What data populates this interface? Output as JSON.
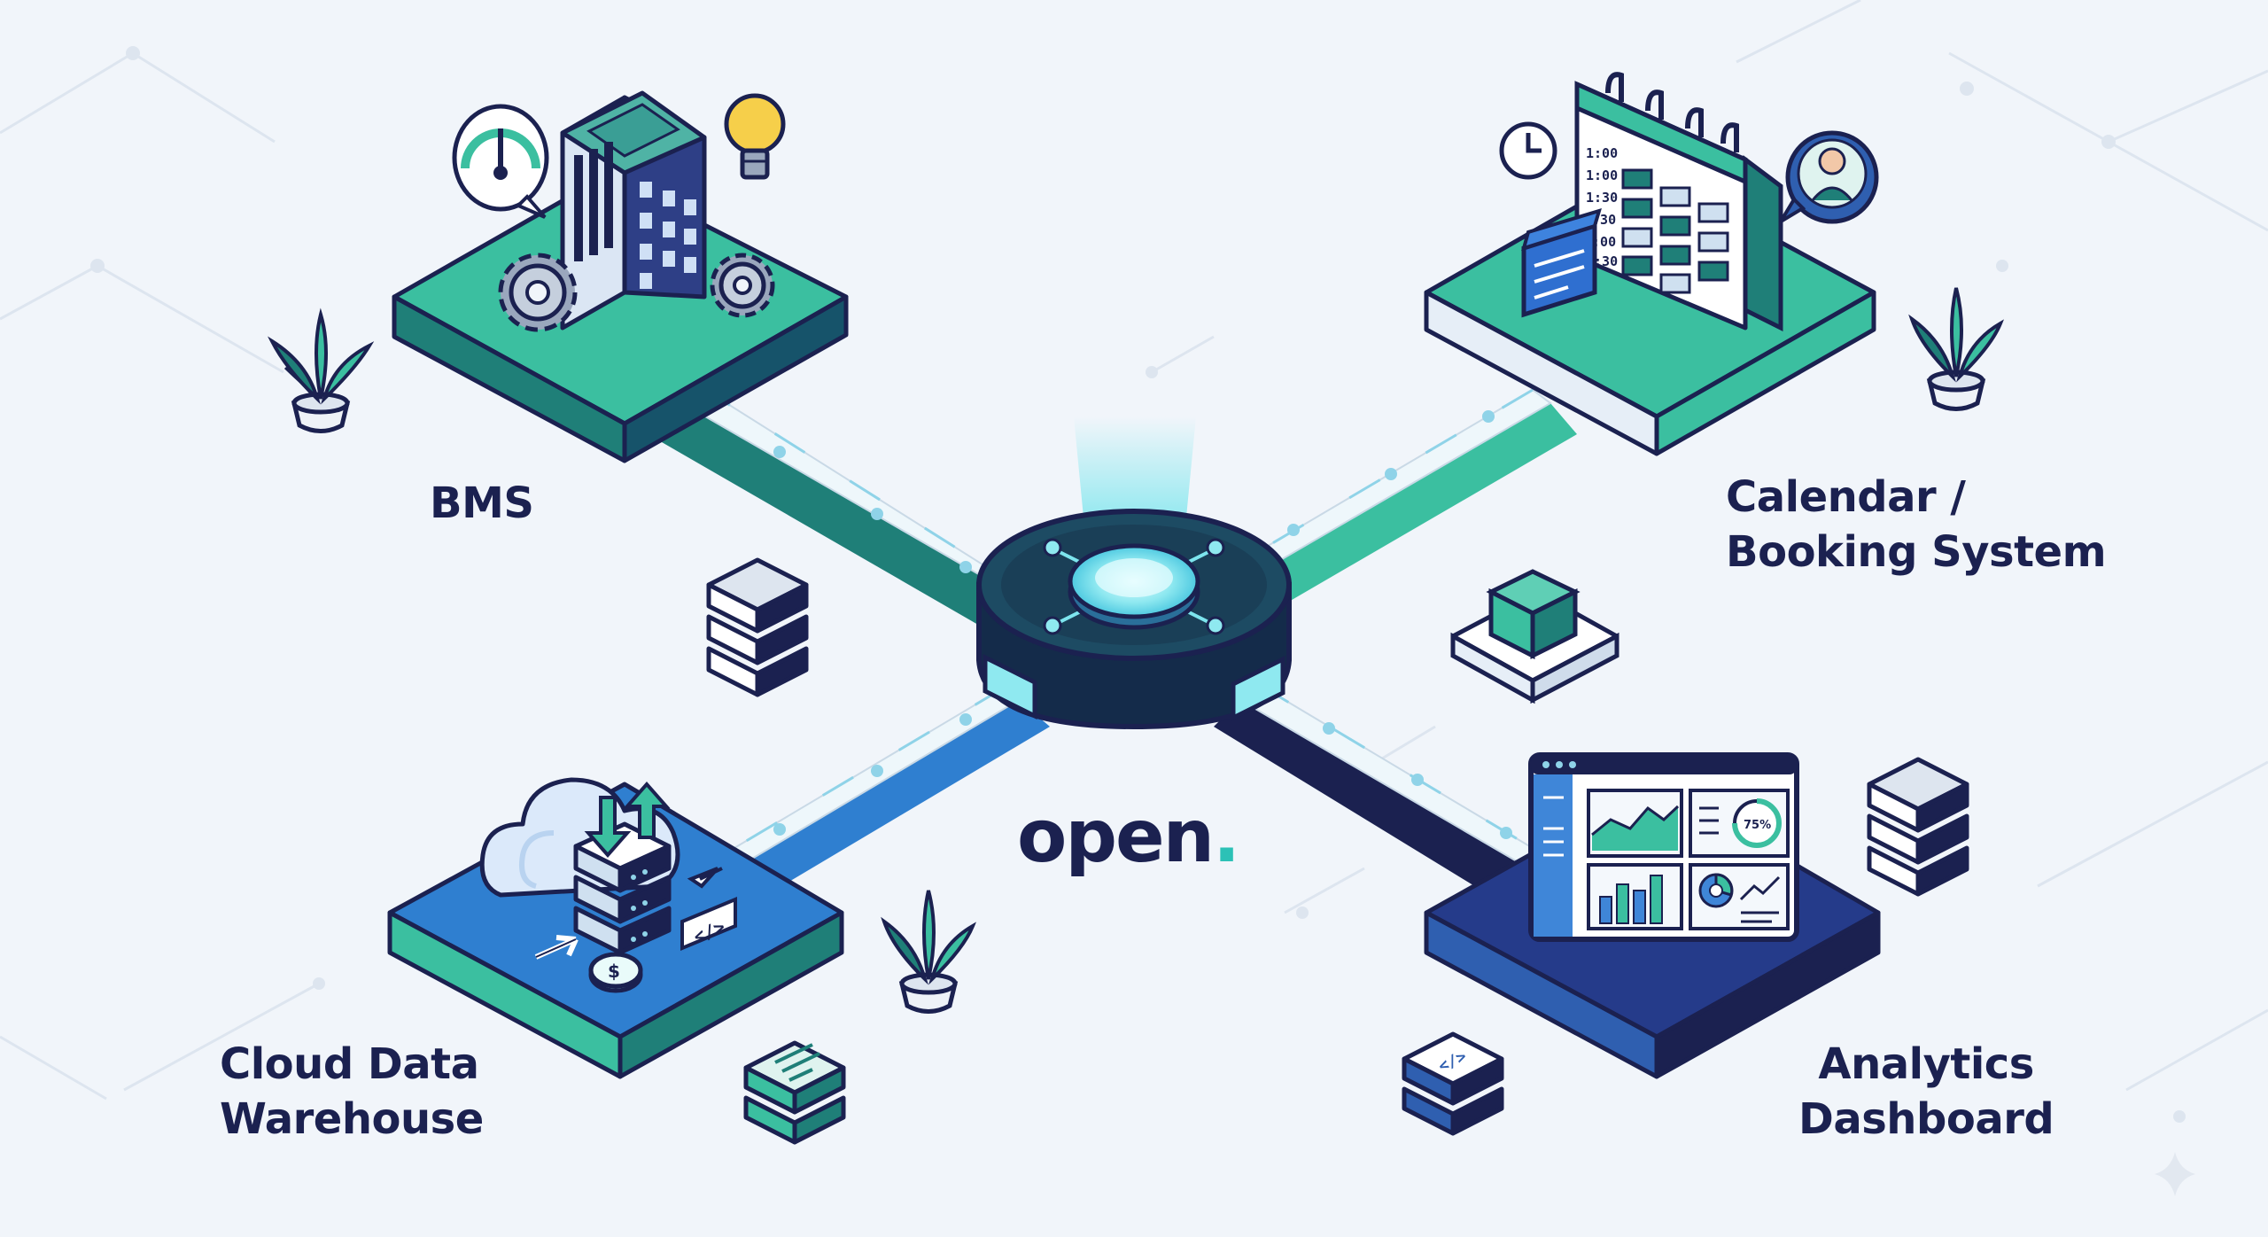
{
  "nodes": {
    "bms": {
      "label_lines": [
        "BMS"
      ]
    },
    "calendar": {
      "label_lines": [
        "Calendar /",
        "Booking System"
      ]
    },
    "cloud": {
      "label_lines": [
        "Cloud Data",
        "Warehouse"
      ]
    },
    "analytics": {
      "label_lines": [
        "Analytics",
        "Dashboard"
      ]
    }
  },
  "hub": {
    "brand_text": "open",
    "brand_dot": "."
  },
  "calendar_times": [
    "1:00",
    "1:00",
    "1:30",
    "2:30",
    "2:00",
    "1:30"
  ],
  "dashboard_gauge": "75%",
  "colors": {
    "navy": "#1b2150",
    "teal": "#3bbfa0",
    "teal_dark": "#1f7f78",
    "blue": "#2f7fd0",
    "indigo": "#233a86",
    "accent_dot": "#2cc1b6",
    "background": "#f1f5fa"
  }
}
